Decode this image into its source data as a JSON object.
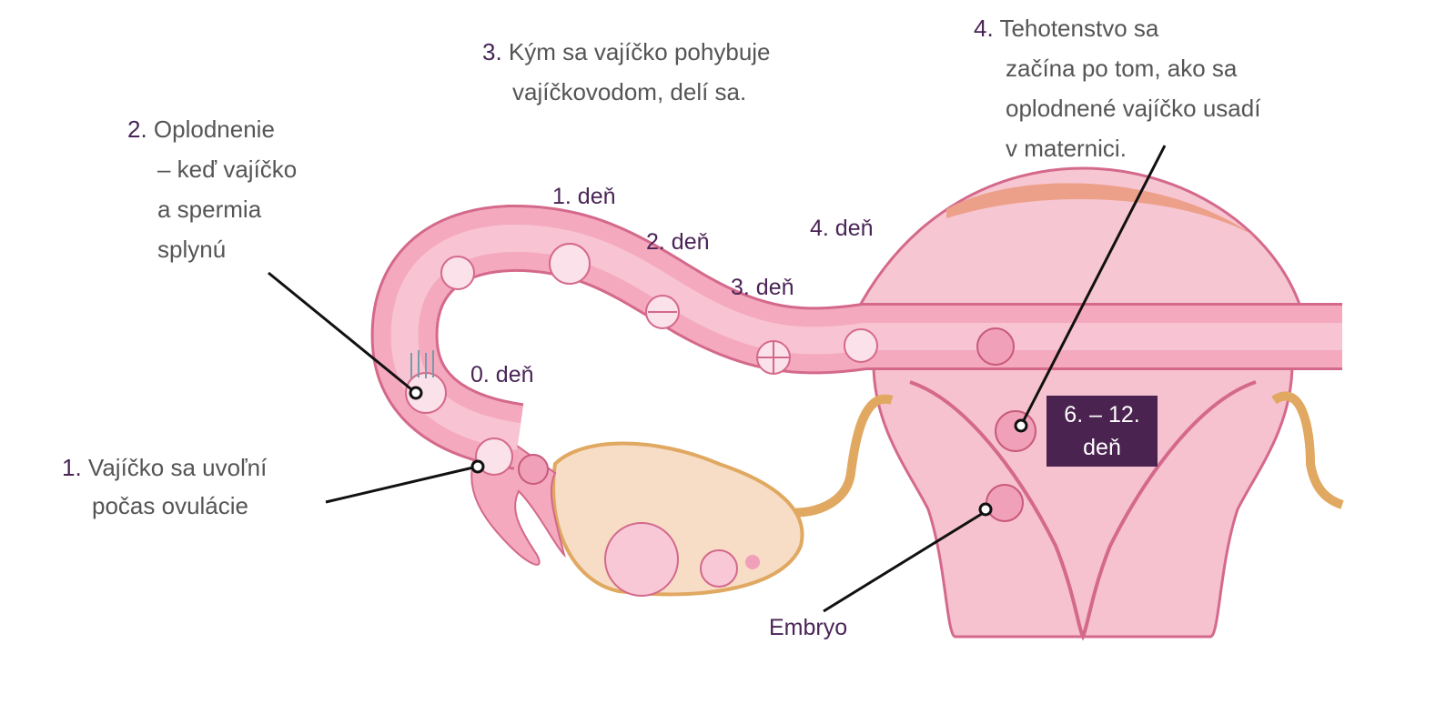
{
  "title": "Oplodnenie a uhniezdenie vajíčka",
  "steps": [
    {
      "number": "1.",
      "lines": [
        "Vajíčko sa uvoľní",
        "počas ovulácie"
      ]
    },
    {
      "number": "2.",
      "lines": [
        "Oplodnenie",
        "– keď vajíčko",
        "a spermia",
        "splynú"
      ]
    },
    {
      "number": "3.",
      "lines": [
        "Kým sa vajíčko pohybuje",
        "vajíčkovodom, delí sa."
      ]
    },
    {
      "number": "4.",
      "lines": [
        "Tehotenstvo sa",
        "začína po tom, ako sa",
        "oplodnené vajíčko usadí",
        "v maternici."
      ]
    }
  ],
  "days": [
    "0. deň",
    "1. deň",
    "2. deň",
    "3. deň",
    "4. deň"
  ],
  "implantation_box": {
    "line1": "6. – 12.",
    "line2": "deň"
  },
  "embryo_label": "Embryo",
  "colors": {
    "accent": "#4a2456",
    "box": "#4b2350",
    "text": "#555555",
    "tissue": "#f4a9bf",
    "ovary": "#f7dcc6"
  }
}
